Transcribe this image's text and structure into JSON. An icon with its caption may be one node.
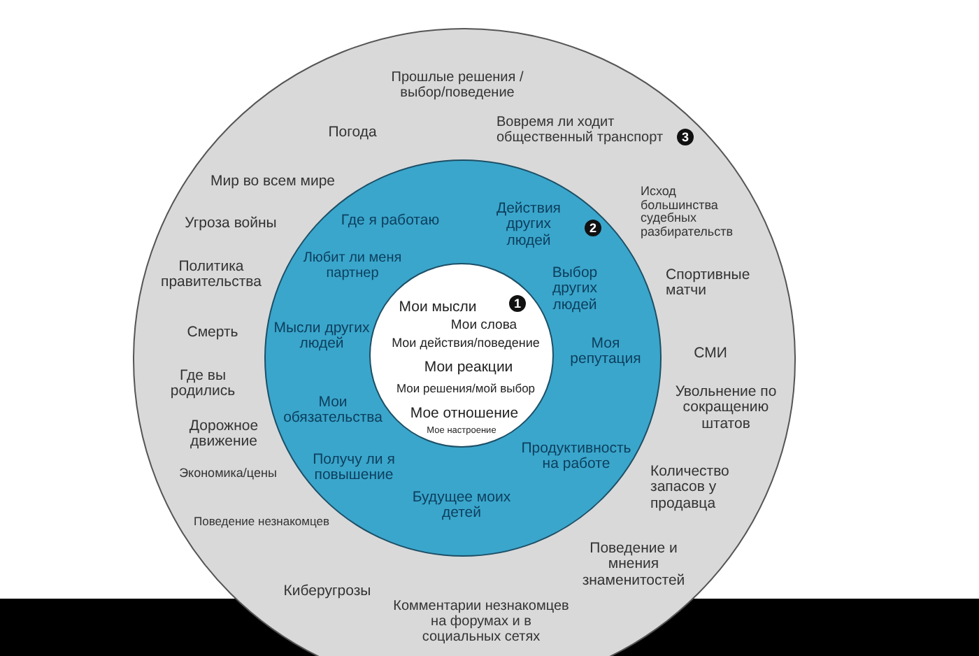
{
  "diagram": {
    "nodes": [
      {
        "text": [],
        "shape": "circle"
      },
      {
        "text": [],
        "shape": "circle",
        "in": 0
      },
      {
        "text": [],
        "shape": "circle",
        "in": 1
      }
    ],
    "labels": [
      "Прошлые решения /выбор/поведение",
      "Погода",
      "Вовремя ли ходит общественный транспорт",
      "3",
      "Мир во всем мире",
      "Угроза войны",
      "Где я работаю",
      "Действия других людей",
      "2",
      "Исход большинства судебных разбирательств",
      "Любит ли меня партнер",
      "Политика правительства",
      "Спортивные матчи",
      "Выбор других людей",
      "Мои мысли",
      "1",
      "Мои слова",
      "Смерть",
      "Мысли других людей",
      "Мои действия/поведение",
      "Моя репутация",
      "СМИ",
      "Мои реакции",
      "Где вы родились",
      "Мои решения/мой выбор",
      "Увольнение по сокращению штатов",
      "Мои обязательства",
      "Мое отношение",
      "Мое настроение",
      "Дорожное движение",
      "Продуктивность на работе",
      "Получу ли я повышение",
      "Экономика/цены",
      "Количество запасов у продавца",
      "Будущее моих детей",
      "Поведение незнакомцев",
      "Поведение и мнения знаменитостей",
      "Киберугрозы",
      "Комментарии незнакомцев на форумах и в социальных сетях"
    ]
  }
}
